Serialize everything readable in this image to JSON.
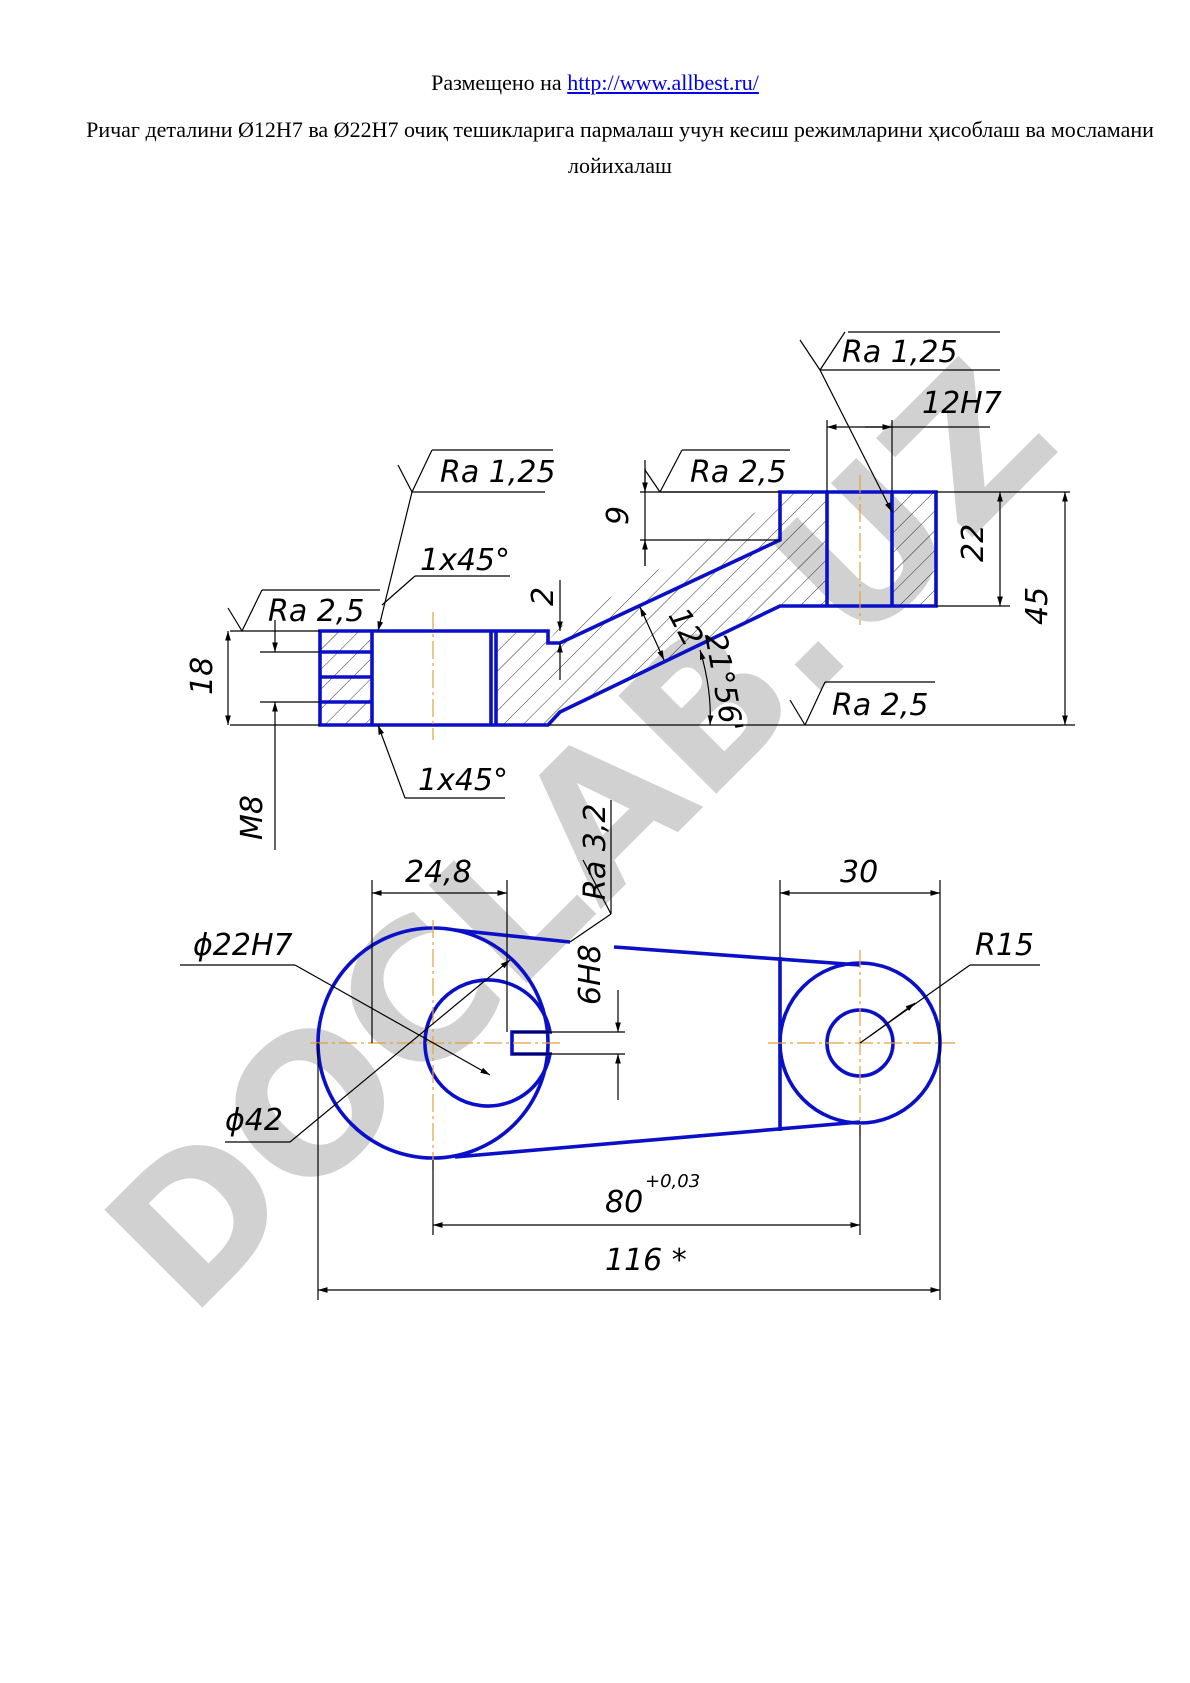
{
  "header": {
    "prefix": "Размещено на ",
    "link_text": "http://www.allbest.ru/"
  },
  "title": "Ричаг деталини Ø12H7 ва Ø22H7 очиқ тешикларига пармалаш учун кесиш режимларини ҳисоблаш ва мосламани лойихалаш",
  "watermark": "DOCLAB.UZ",
  "drawing": {
    "labels": {
      "ra_125_top_right": "Ra 1,25",
      "fit_12h7": "12H7",
      "ra_125_left": "Ra 1,25",
      "ra_25_top": "Ra 2,5",
      "dim_9": "9",
      "dim_22": "22",
      "dim_45": "45",
      "chamfer_top": "1x45°",
      "dim_2": "2",
      "dim_12": "12",
      "angle": "21°56'",
      "ra_25_left": "Ra 2,5",
      "dim_18": "18",
      "ra_25_bottom": "Ra 2,5",
      "chamfer_bottom": "1x45°",
      "thread_m8": "M8",
      "ra_32": "Ra 3,2",
      "dim_248": "24,8",
      "dim_30": "30",
      "dia_22h7": "ϕ22H7",
      "r15": "R15",
      "keyway_6h8": "6H8",
      "dia_42": "ϕ42",
      "dim_80": "80",
      "tol_80": "+0,03",
      "dim_116": "116 *"
    }
  }
}
